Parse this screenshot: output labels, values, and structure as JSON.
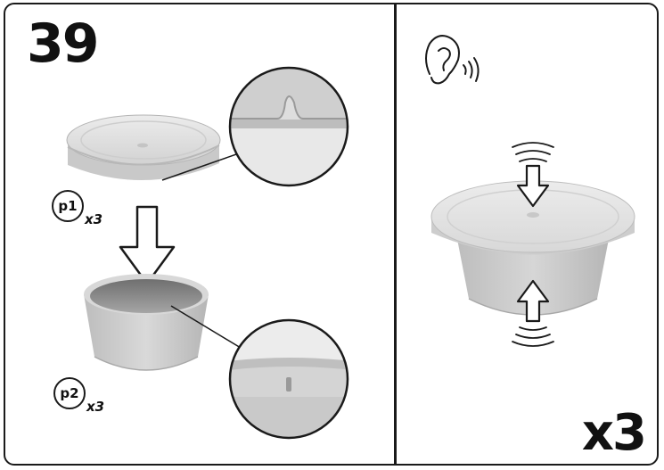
{
  "step": {
    "number": "39"
  },
  "parts": [
    {
      "id": "p1",
      "quantity": "x3",
      "description": "lid"
    },
    {
      "id": "p2",
      "quantity": "x3",
      "description": "cup"
    }
  ],
  "result": {
    "multiplier": "x3",
    "hint_icon": "ear-sound-icon",
    "action": "press-snap"
  },
  "colors": {
    "ink": "#1a1a1a",
    "part_light": "#dcdcdc",
    "part_mid": "#c4c4c4",
    "part_dark": "#8e8e8e"
  }
}
